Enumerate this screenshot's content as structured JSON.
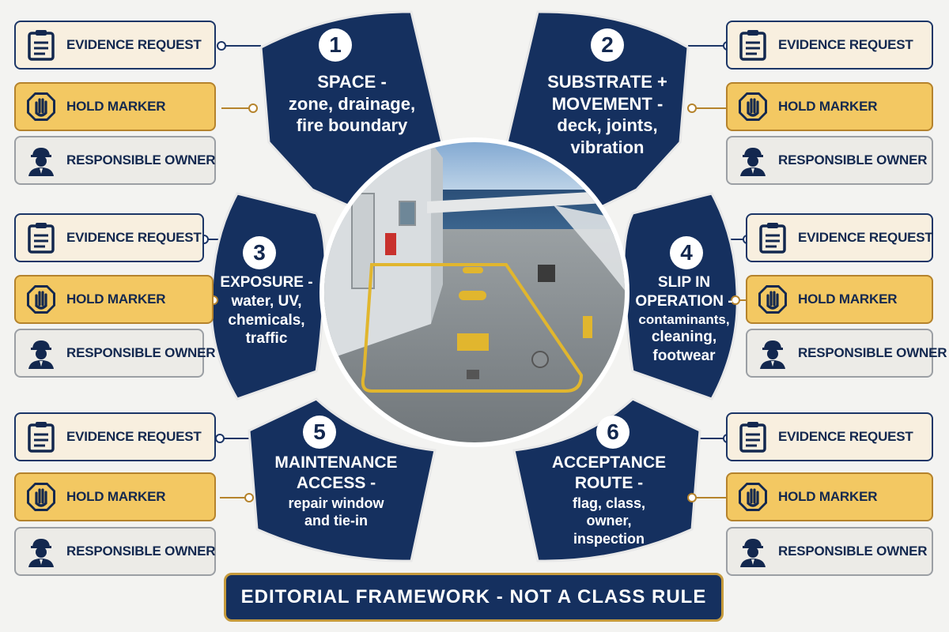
{
  "segments": [
    {
      "number": "1",
      "lines": [
        "SPACE -",
        "zone, drainage,",
        "fire boundary"
      ]
    },
    {
      "number": "2",
      "lines": [
        "SUBSTRATE +",
        "MOVEMENT -",
        "deck, joints,",
        "vibration"
      ]
    },
    {
      "number": "3",
      "lines": [
        "EXPOSURE -",
        "water, UV,",
        "chemicals,",
        "traffic"
      ]
    },
    {
      "number": "4",
      "lines": [
        "SLIP IN",
        "OPERATION -",
        "contaminants,",
        "cleaning,",
        "footwear"
      ]
    },
    {
      "number": "5",
      "lines": [
        "MAINTENANCE",
        "ACCESS -",
        "repair window",
        "and tie-in"
      ]
    },
    {
      "number": "6",
      "lines": [
        "ACCEPTANCE",
        "ROUTE -",
        "flag, class,",
        "owner,",
        "inspection"
      ]
    }
  ],
  "cards": {
    "evidence": "EVIDENCE REQUEST",
    "hold": "HOLD MARKER",
    "owner": "RESPONSIBLE OWNER"
  },
  "icons": {
    "evidence": "clipboard-icon",
    "hold": "stop-hand-icon",
    "owner": "worker-helmet-icon"
  },
  "banner": "EDITORIAL FRAMEWORK - NOT A CLASS RULE",
  "colors": {
    "navy": "#15305f",
    "gold": "#f3c862",
    "cream": "#f8efdf",
    "grey": "#ecebe7"
  }
}
